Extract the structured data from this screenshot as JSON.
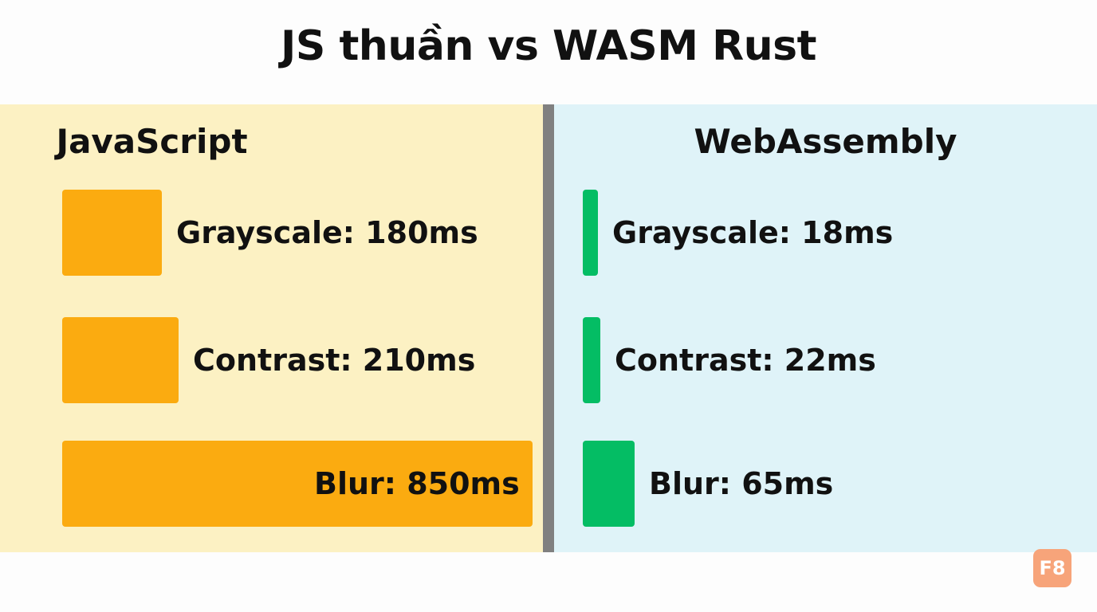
{
  "title": "JS thuần vs WASM Rust",
  "badge": "F8",
  "chart_data": [
    {
      "type": "bar",
      "title": "JavaScript",
      "color": "#fbab10",
      "background": "#fcf1c3",
      "categories": [
        "Grayscale",
        "Contrast",
        "Blur"
      ],
      "values": [
        180,
        210,
        850
      ],
      "labels": [
        "Grayscale: 180ms",
        "Contrast: 210ms",
        "Blur: 850ms"
      ]
    },
    {
      "type": "bar",
      "title": "WebAssembly",
      "color": "#04bd64",
      "background": "#dff3f8",
      "categories": [
        "Grayscale",
        "Contrast",
        "Blur"
      ],
      "values": [
        18,
        22,
        65
      ],
      "labels": [
        "Grayscale: 18ms",
        "Contrast: 22ms",
        "Blur: 65ms"
      ]
    }
  ]
}
